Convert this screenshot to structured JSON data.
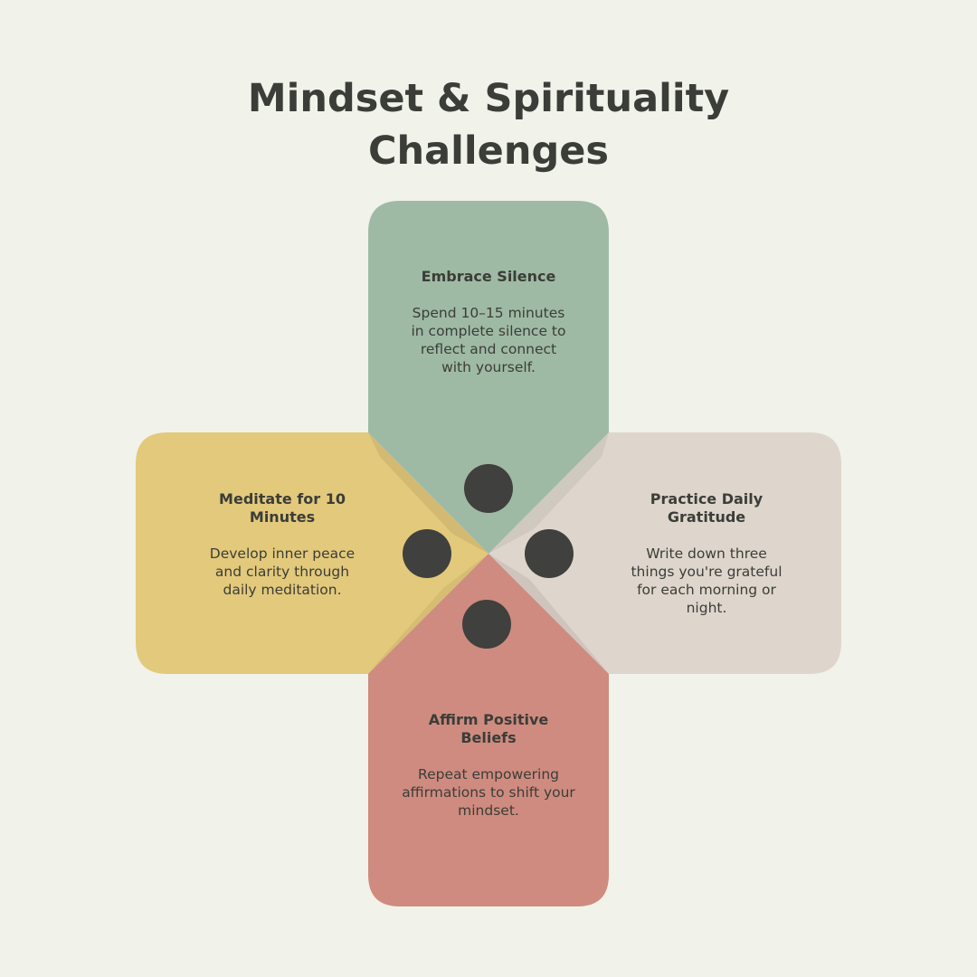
{
  "title": {
    "line1": "Mindset & Spirituality",
    "line2": "Challenges"
  },
  "colors": {
    "background": "#f1f2ea",
    "top": "#9fbaa4",
    "left": "#e3c97b",
    "right": "#ded6cc",
    "bottom": "#cf8b7f",
    "dot": "#40403e",
    "text": "#3b3d38"
  },
  "challenges": [
    {
      "position": "top",
      "title": "Embrace Silence",
      "description": "Spend 10–15 minutes in complete silence to reflect and connect with yourself."
    },
    {
      "position": "left",
      "title": "Meditate for 10 Minutes",
      "description": "Develop inner peace and clarity through daily meditation."
    },
    {
      "position": "right",
      "title": "Practice Daily Gratitude",
      "description": "Write down three things you're grateful for each morning or night."
    },
    {
      "position": "bottom",
      "title": "Affirm Positive Beliefs",
      "description": "Repeat empowering affirmations to shift your mindset."
    }
  ]
}
